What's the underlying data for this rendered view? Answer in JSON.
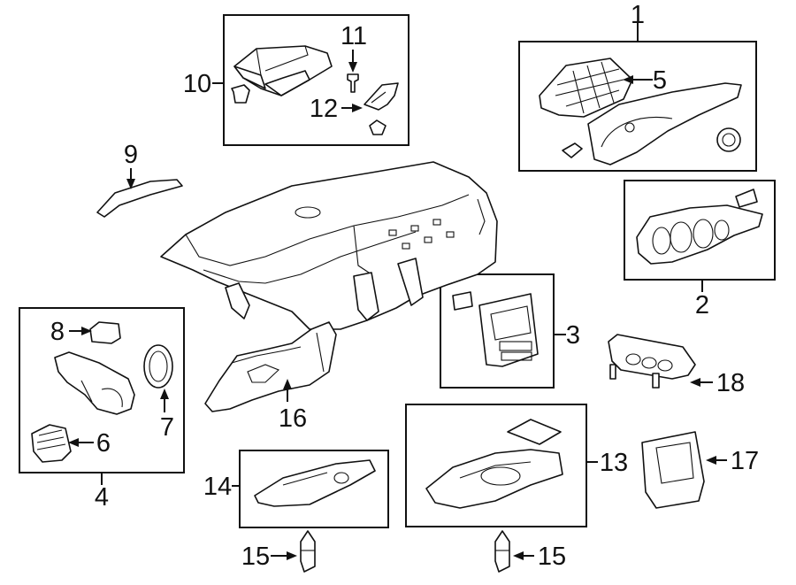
{
  "callouts": {
    "c1": "1",
    "c2": "2",
    "c3": "3",
    "c4": "4",
    "c5": "5",
    "c6": "6",
    "c7": "7",
    "c8": "8",
    "c9": "9",
    "c10": "10",
    "c11": "11",
    "c12": "12",
    "c13": "13",
    "c14": "14",
    "c15a": "15",
    "c15b": "15",
    "c16": "16",
    "c17": "17",
    "c18": "18"
  }
}
